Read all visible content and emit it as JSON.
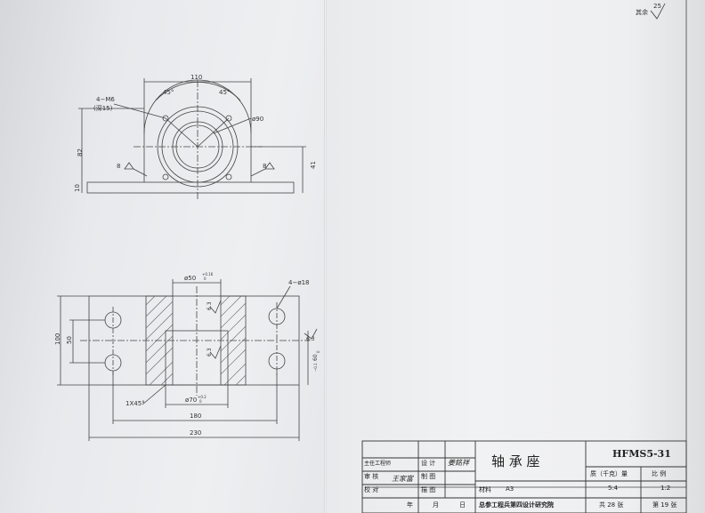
{
  "surface_finish": {
    "label": "其余",
    "value": "25"
  },
  "top_view": {
    "width": "110",
    "angle_left": "45°",
    "angle_right": "45°",
    "holes": "4−M6",
    "hole_depth": "(深15)",
    "bore_diameter": "ø90",
    "height": "82",
    "base_thickness": "10",
    "right_height": "41",
    "weld_left": "8",
    "weld_right": "8"
  },
  "bottom_view": {
    "bore_top": "ø50",
    "bore_top_tol_upper": "+0.16",
    "bore_top_tol_lower": "0",
    "holes": "4−ø18",
    "finish_1": "6.3",
    "finish_2": "6.3",
    "finish_right": "6.3",
    "height": "100",
    "inner_height": "50",
    "chamfer": "1X45°",
    "bore_bottom": "ø70",
    "bore_bottom_tol_upper": "+0.2",
    "bore_bottom_tol_lower": "0",
    "length_inner": "180",
    "length_total": "230",
    "side_dim": "60",
    "side_tol": "−0.1",
    "side_tol_top": "0"
  },
  "title_block": {
    "chief_engineer": "主任工程师",
    "design": "设 计",
    "designer_sign": "姜銘祥",
    "review": "审 核",
    "reviewer_sign": "王家富",
    "drafting": "制 图",
    "check": "校 对",
    "tracing": "描 图",
    "part_name": "轴 承 座",
    "drawing_no": "HFMS5-31",
    "weight_label": "质（千克）量",
    "scale_label": "比    例",
    "weight_value": "5.4",
    "scale_value": "1:2",
    "material_label": "材料",
    "material_value": "A3",
    "total_sheets": "共 28 张",
    "sheet_no": "第 19 张",
    "year": "年",
    "month": "月",
    "day": "日",
    "institute": "总参工程兵第四设计研究院"
  }
}
